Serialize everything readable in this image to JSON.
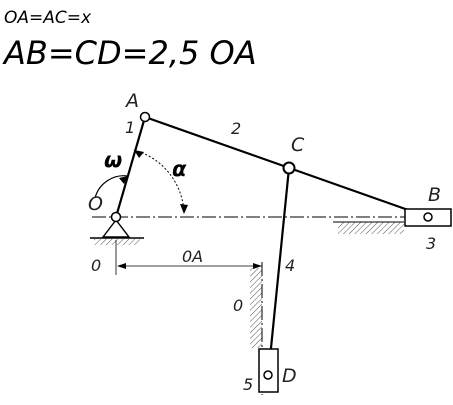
{
  "header": {
    "relation_small": "OA=AC=x",
    "relation_big": "AB=CD=2,5 OA"
  },
  "labels": {
    "A": "A",
    "B": "B",
    "C": "C",
    "D": "D",
    "O": "O",
    "link1": "1",
    "link2": "2",
    "link3": "3",
    "link4": "4",
    "link5": "5",
    "ground_left": "0",
    "ground_mid": "0",
    "omega": "ω",
    "alpha": "α",
    "offset": "0A"
  }
}
